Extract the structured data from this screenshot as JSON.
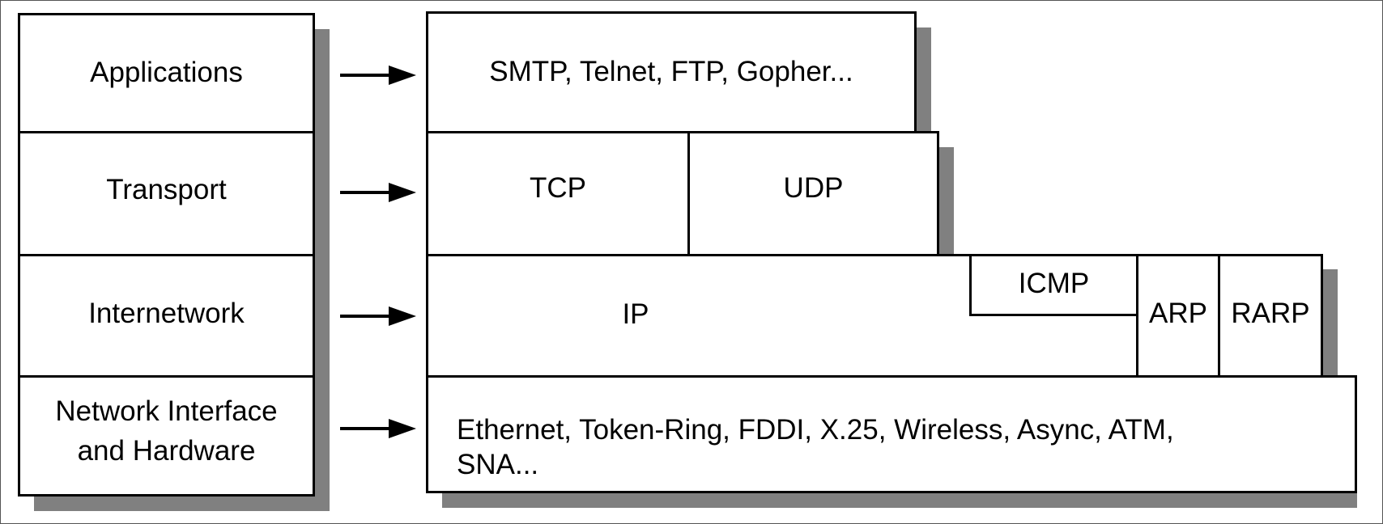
{
  "layers": {
    "applications": "Applications",
    "transport": "Transport",
    "internetwork": "Internetwork",
    "network_interface_line1": "Network Interface",
    "network_interface_line2": "and Hardware"
  },
  "protocols": {
    "application": "SMTP, Telnet, FTP, Gopher...",
    "tcp": "TCP",
    "udp": "UDP",
    "ip": "IP",
    "icmp": "ICMP",
    "arp": "ARP",
    "rarp": "RARP",
    "link_line1": "Ethernet, Token-Ring, FDDI, X.25, Wireless, Async, ATM,",
    "link_line2": "SNA..."
  }
}
